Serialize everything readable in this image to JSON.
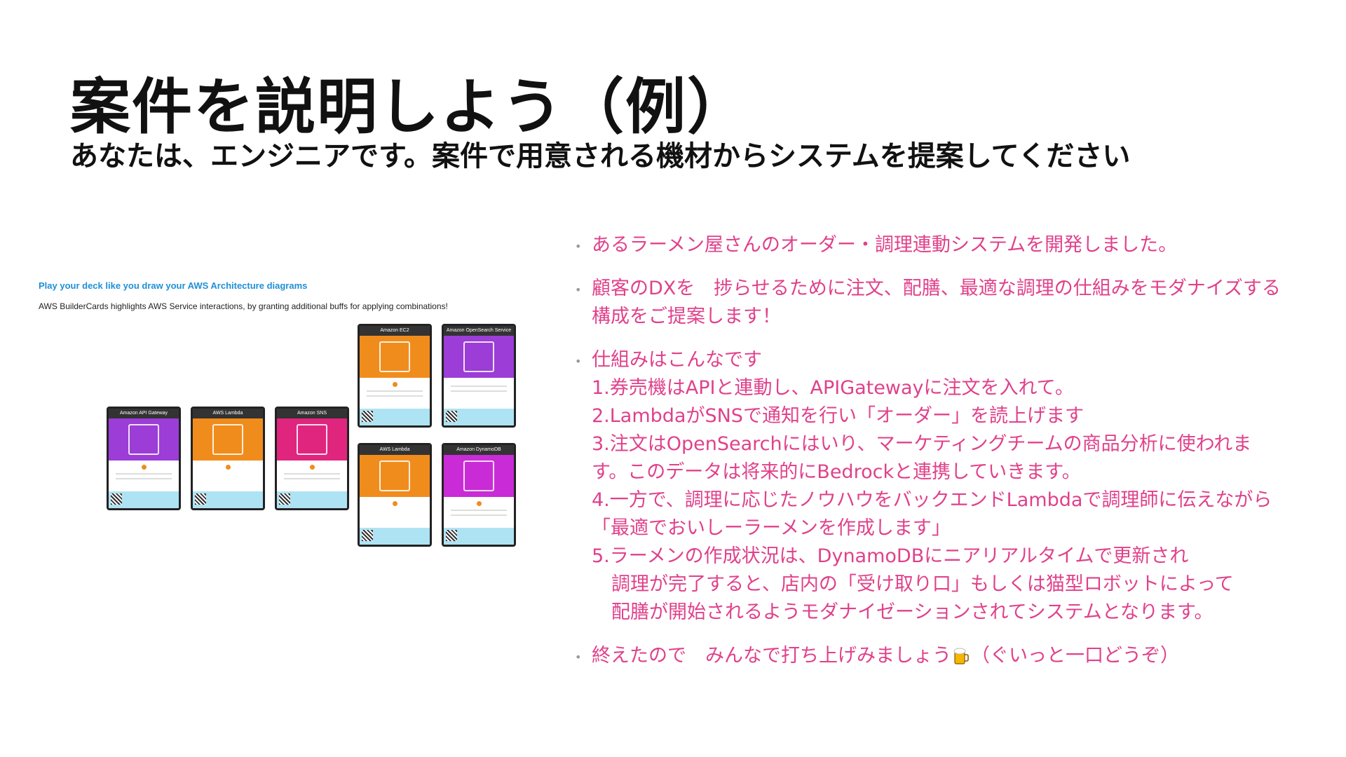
{
  "slide": {
    "title": "案件を説明しよう（例）",
    "subtitle": "あなたは、エンジニアです。案件で用意される機材からシステムを提案してください"
  },
  "figure": {
    "heading": "Play your deck like you draw your AWS Architecture diagrams",
    "subheading": "AWS BuilderCards highlights AWS Service interactions, by granting additional buffs for applying combinations!",
    "cards": [
      {
        "title": "Amazon API Gateway",
        "color": "#9b3dd6"
      },
      {
        "title": "AWS Lambda",
        "color": "#f08c1c"
      },
      {
        "title": "Amazon SNS",
        "color": "#e0257f"
      },
      {
        "title": "Amazon EC2",
        "color": "#f08c1c"
      },
      {
        "title": "Amazon OpenSearch Service",
        "color": "#9b3dd6"
      },
      {
        "title": "AWS Lambda",
        "color": "#f08c1c"
      },
      {
        "title": "Amazon DynamoDB",
        "color": "#9b3dd6"
      }
    ]
  },
  "bullets": {
    "b1": "あるラーメン屋さんのオーダー・調理連動システムを開発しました。",
    "b2_line1": "顧客のDXを　捗らせるために注文、配膳、最適な調理の仕組みをモダナイズする",
    "b2_line2": "構成をご提案します！",
    "b3_intro": "仕組みはこんなです",
    "step1": "1.券売機はAPIと連動し、APIGatewayに注文を入れて。",
    "step2": "2.LambdaがSNSで通知を行い「オーダー」を読上げます",
    "step3_line1": "3.注文はOpenSearchにはいり、マーケティングチームの商品分析に使われま",
    "step3_line2": "す。このデータは将来的にBedrockと連携していきます。",
    "step4_line1": "4.一方で、調理に応じたノウハウをバックエンドLambdaで調理師に伝えながら",
    "step4_line2": "「最適でおいしーラーメンを作成します」",
    "step5_line1": "5.ラーメンの作成状況は、DynamoDBにニアリアルタイムで更新され",
    "step5_line2": "調理が完了すると、店内の「受け取り口」もしくは猫型ロボットによって",
    "step5_line3": "配膳が開始されるようモダナイゼーションされてシステムとなります。",
    "b4_before": "終えたので　みんなで打ち上げみましょう",
    "b4_after": "（ぐいっと一口どうぞ）"
  },
  "colors": {
    "bullet_text": "#e0418b",
    "figure_heading": "#1f8fd6"
  }
}
